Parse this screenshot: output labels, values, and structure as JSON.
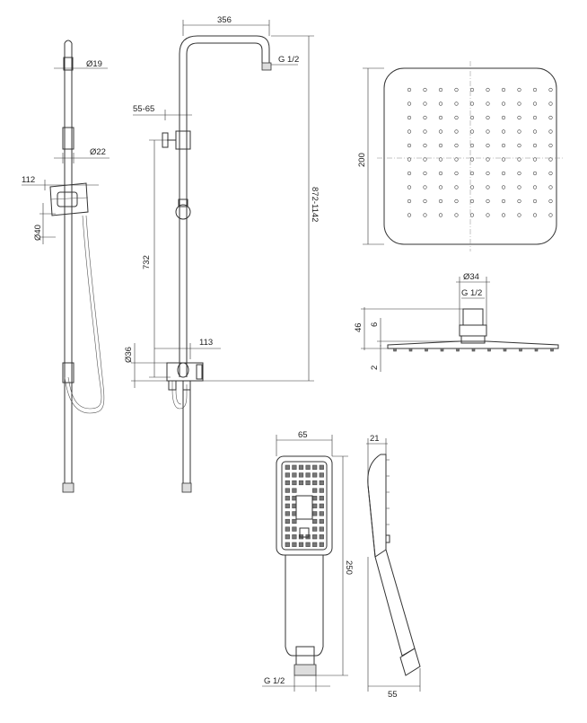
{
  "dimensions": {
    "d19": "Ø19",
    "d22": "Ø22",
    "w112": "112",
    "d40": "Ø40",
    "w356": "356",
    "g12_top": "G 1/2",
    "r5565": "55-65",
    "h732": "732",
    "h8721142": "872-1142",
    "d36": "Ø36",
    "w113": "113",
    "h200": "200",
    "d34": "Ø34",
    "g12_head": "G 1/2",
    "h46": "46",
    "h6": "6",
    "h2": "2",
    "w65": "65",
    "w21": "21",
    "h250": "250",
    "g12_hand": "G 1/2",
    "w55": "55"
  }
}
